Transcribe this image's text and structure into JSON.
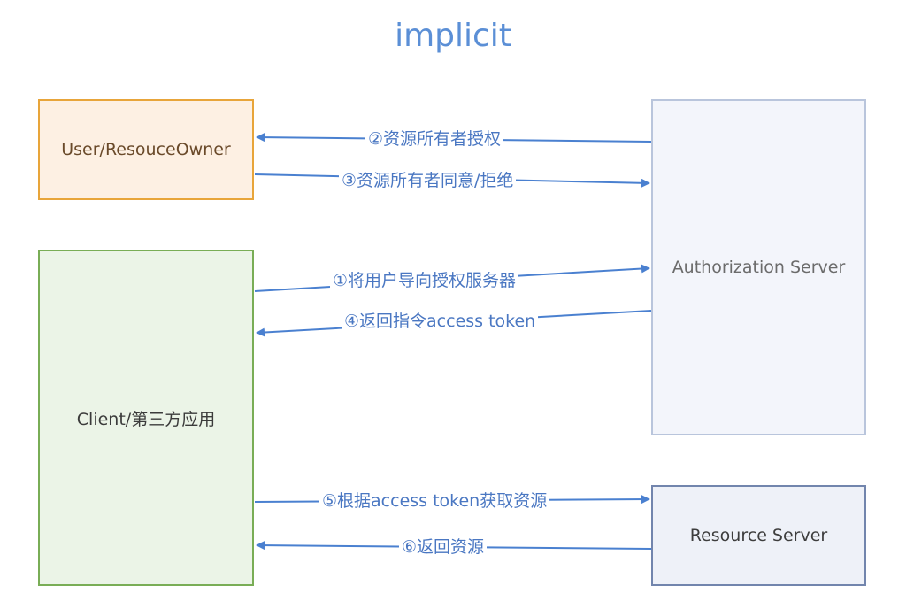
{
  "title": "implicit",
  "nodes": {
    "user": "User/ResouceOwner",
    "client": "Client/第三方应用",
    "auth": "Authorization Server",
    "resource": "Resource Server"
  },
  "edges": [
    {
      "label": "②资源所有者授权",
      "from": "auth",
      "to": "user"
    },
    {
      "label": "③资源所有者同意/拒绝",
      "from": "user",
      "to": "auth"
    },
    {
      "label": "①将用户导向授权服务器",
      "from": "client",
      "to": "auth"
    },
    {
      "label": "④返回指令access token",
      "from": "auth",
      "to": "client"
    },
    {
      "label": "⑤根据access token获取资源",
      "from": "client",
      "to": "resource"
    },
    {
      "label": "⑥返回资源",
      "from": "resource",
      "to": "client"
    }
  ],
  "colors": {
    "arrow": "#4a80d0",
    "title": "#5b8fd6",
    "user_border": "#e8a53a",
    "client_border": "#79ad56",
    "auth_border": "#b9c5dc",
    "resource_border": "#7285ad"
  }
}
